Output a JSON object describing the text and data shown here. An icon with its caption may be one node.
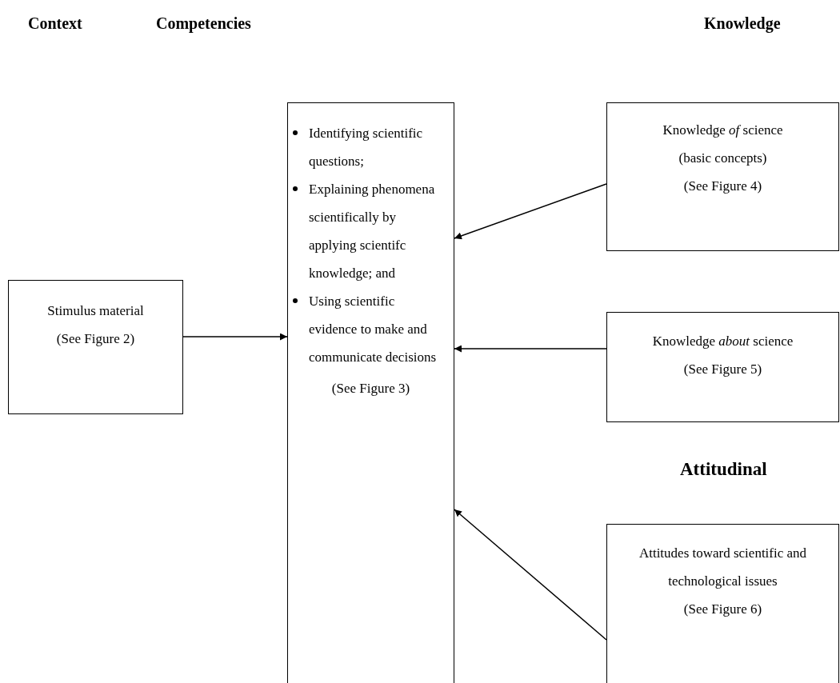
{
  "diagram": {
    "nodes": [
      {
        "text": [
          "Stimulus material",
          "(See Figure 2)"
        ]
      },
      {
        "text": [
          "Identifying scientific questions;",
          "Explaining phenomena scientifically by applying scientifc knowledge; and",
          "Using scientific evidence to make and communicate decisions",
          "(See Figure 3)"
        ]
      },
      {
        "text": [
          "Knowledge *of* science",
          "(basic concepts)",
          "(See Figure 4)"
        ]
      },
      {
        "text": [
          "Knowledge *about* science",
          "(See Figure 5)"
        ]
      },
      {
        "text": [
          "Attitudes toward scientific and technological issues",
          "(See Figure 6)"
        ]
      }
    ],
    "edges": [
      {
        "from": 0,
        "to": 1,
        "arrow": "to"
      },
      {
        "from": 2,
        "to": 1,
        "arrow": "to"
      },
      {
        "from": 3,
        "to": 1,
        "arrow": "to"
      },
      {
        "from": 4,
        "to": 1,
        "arrow": "to"
      }
    ],
    "labels": [
      "Context",
      "Competencies",
      "Knowledge",
      "Attitudinal"
    ]
  }
}
